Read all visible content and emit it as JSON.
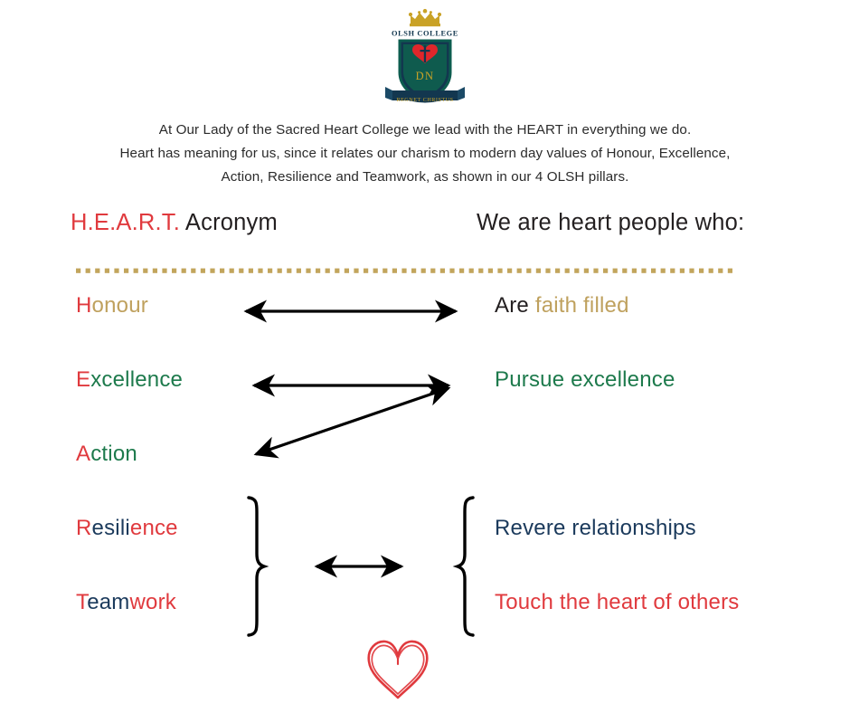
{
  "logo": {
    "name": "olsh-college-crest",
    "college_name": "OLSH COLLEGE",
    "monogram": "DN",
    "motto": "REGNET CHRISTUS",
    "colors": {
      "shield_navy": "#13374f",
      "shield_green": "#0d5c4f",
      "heart_red": "#e0262b",
      "gold": "#c9a227"
    }
  },
  "intro": {
    "line1": "At Our Lady of the Sacred Heart College we lead with the HEART in everything we do.",
    "line2": "Heart has meaning for us, since it relates our charism to modern day values of Honour, Excellence,",
    "line3": "Action, Resilience and Teamwork, as shown in our 4 OLSH pillars."
  },
  "headings": {
    "acronym_prefix": "H.E.A.R.T.",
    "acronym_suffix": " Acronym",
    "people": "We are heart people who:"
  },
  "palette": {
    "red": "#e03a3e",
    "gold": "#bfa15e",
    "green": "#1d7a4c",
    "navy": "#1b3a5c",
    "dark": "#231f20",
    "divider_gold": "#c2a55c"
  },
  "acronym_items": [
    {
      "id": "honour",
      "initial": "H",
      "rest": "onour",
      "initial_color": "red",
      "rest_color": "gold"
    },
    {
      "id": "excellence",
      "initial": "E",
      "rest": "xcellence",
      "initial_color": "red",
      "rest_color": "green"
    },
    {
      "id": "action",
      "initial": "A",
      "rest": "ction",
      "initial_color": "red",
      "rest_color": "green"
    },
    {
      "id": "resilience",
      "initial": "R",
      "mid": "esili",
      "tail": "ence",
      "initial_color": "red",
      "mid_color": "navy",
      "tail_color": "red"
    },
    {
      "id": "teamwork",
      "initial": "T",
      "mid": "eam",
      "tail": "work",
      "initial_color": "red",
      "mid_color": "navy",
      "tail_color": "red"
    }
  ],
  "people_items": [
    {
      "id": "faith",
      "lead": "Are ",
      "value": "faith filled",
      "lead_color": "dark",
      "value_color": "gold"
    },
    {
      "id": "excellence",
      "lead": "",
      "value": "Pursue excellence",
      "lead_color": "green",
      "value_color": "green"
    },
    {
      "id": "relationships",
      "lead": "",
      "value": "Revere relationships",
      "lead_color": "navy",
      "value_color": "navy"
    },
    {
      "id": "touch",
      "lead": "",
      "value": "Touch the heart of others",
      "lead_color": "red",
      "value_color": "red"
    }
  ],
  "connectors": [
    {
      "id": "honour-arrow",
      "type": "double-arrow-horizontal",
      "label": "Honour to Are faith filled"
    },
    {
      "id": "excellence-arrow",
      "type": "double-arrow-horizontal",
      "label": "Excellence to Pursue excellence"
    },
    {
      "id": "action-arrow",
      "type": "double-arrow-diagonal",
      "label": "Action to Pursue excellence"
    },
    {
      "id": "left-brace",
      "type": "brace-right",
      "label": "groups Resilience and Teamwork"
    },
    {
      "id": "middle-arrow",
      "type": "double-arrow-horizontal",
      "label": "links both groups"
    },
    {
      "id": "right-brace",
      "type": "brace-left",
      "label": "groups Revere relationships and Touch the heart of others"
    }
  ],
  "heart_graphic": {
    "name": "hand-drawn-heart",
    "color": "#e03a3e"
  }
}
